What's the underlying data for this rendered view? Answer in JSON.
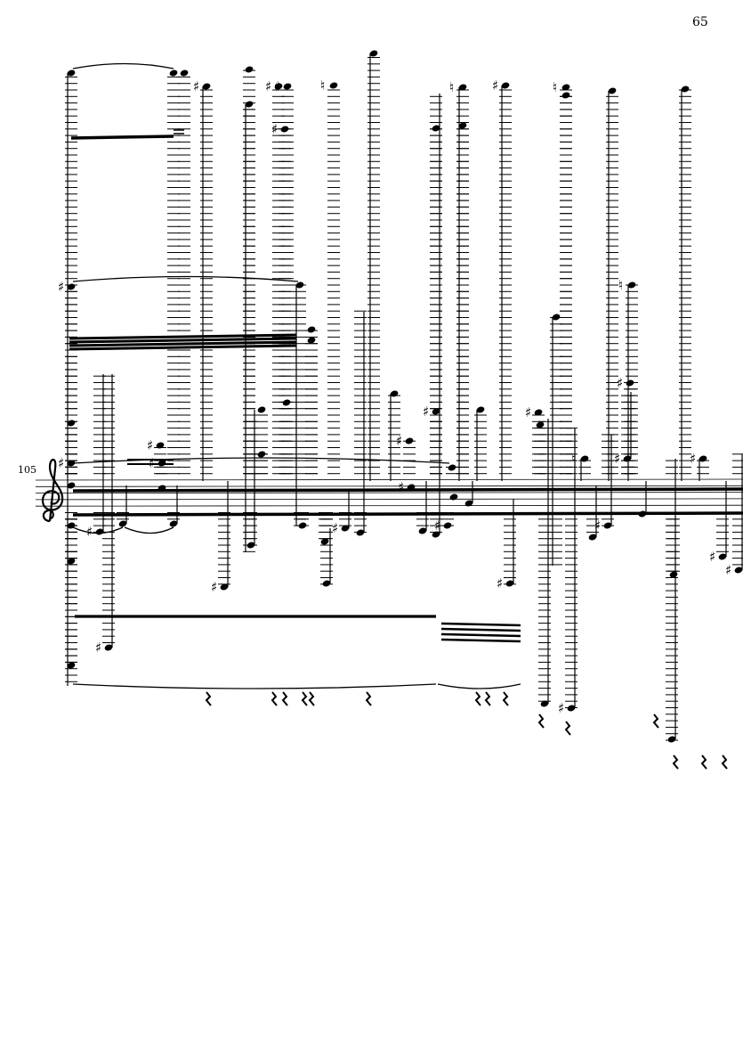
{
  "page": {
    "number": "65"
  },
  "score": {
    "measure_number": "105",
    "clef": "treble",
    "ink_color": "#000000"
  }
}
